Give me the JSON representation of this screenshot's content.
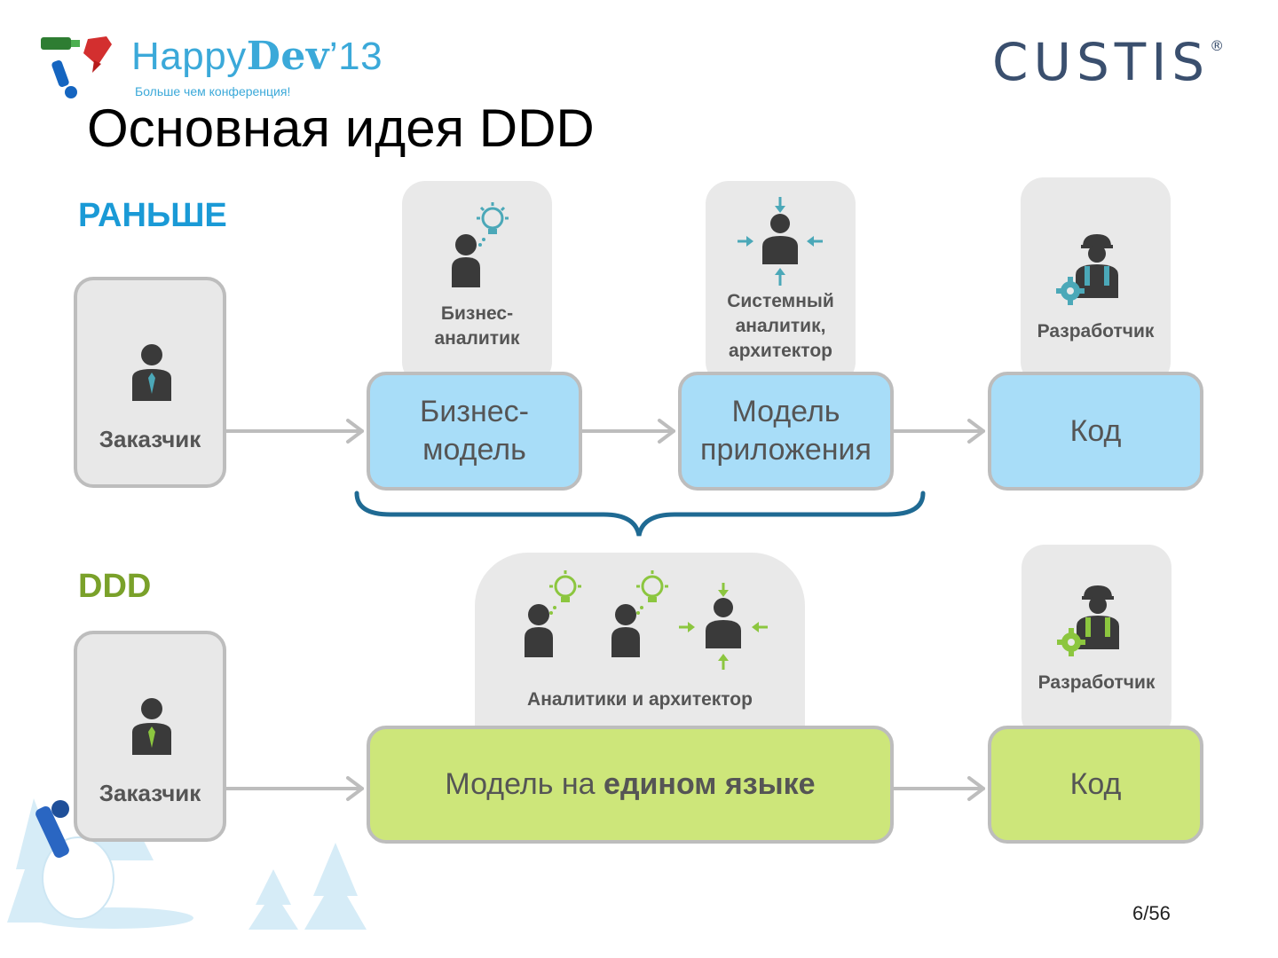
{
  "header": {
    "logo_happy": "Happy",
    "logo_dev": "Dev",
    "logo_year": "’13",
    "logo_tagline": "Больше чем конференция!",
    "partner_logo": "CUSTIS",
    "partner_mark": "®"
  },
  "slide": {
    "title": "Основная идея DDD",
    "page": "6/56"
  },
  "before": {
    "heading": "РАНЬШЕ",
    "customer": "Заказчик",
    "roles": [
      {
        "label": "Бизнес-\nаналитик",
        "icon": "person-lightbulb-icon"
      },
      {
        "label": "Системный\nаналитик,\nархитектор",
        "icon": "person-arrows-icon"
      },
      {
        "label": "Разработчик",
        "icon": "developer-gear-icon"
      }
    ],
    "boxes": [
      {
        "label": "Бизнес-\nмодель"
      },
      {
        "label": "Модель\nприложения"
      },
      {
        "label": "Код"
      }
    ]
  },
  "ddd": {
    "heading": "DDD",
    "customer": "Заказчик",
    "roles": [
      {
        "label": "Аналитики и архитектор",
        "icon": "analysts-group-icon"
      },
      {
        "label": "Разработчик",
        "icon": "developer-gear-icon"
      }
    ],
    "model_prefix": "Модель на ",
    "model_bold": "едином языке",
    "code": "Код"
  },
  "colors": {
    "before_accent": "#1a9ad6",
    "ddd_accent": "#7aa12a",
    "blue_box": "#a8ddf8",
    "green_box": "#cde67a",
    "role_bg": "#e9e9e9",
    "brace": "#1f6a93",
    "icon_dark": "#3a3a3a",
    "icon_teal": "#4ba8b8",
    "icon_green": "#8cc63f"
  }
}
